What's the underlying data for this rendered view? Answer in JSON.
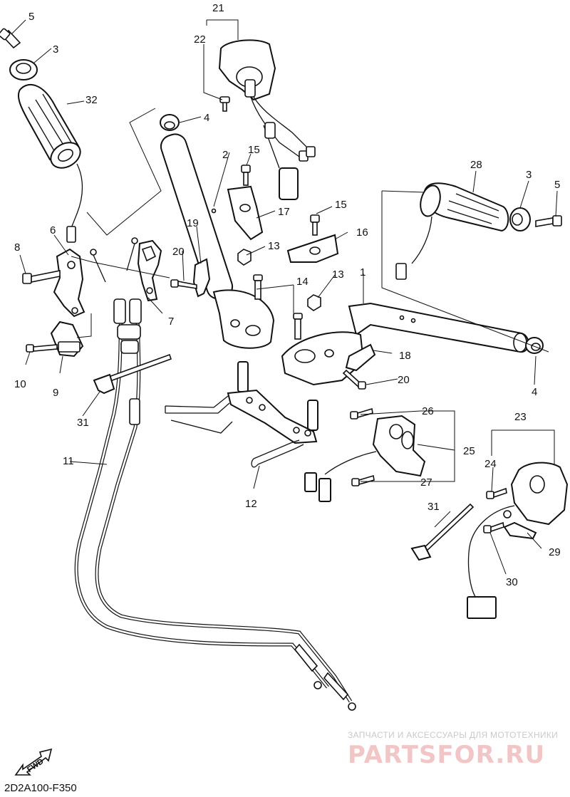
{
  "diagram": {
    "part_code": "2D2A100-F350",
    "fwd_label": "FWD",
    "watermark": {
      "subtitle": "ЗАПЧАСТИ И АКСЕССУАРЫ ДЛЯ МОТОТЕХНИКИ",
      "logo": "PARTSFOR.RU"
    },
    "callouts": {
      "c1": "1",
      "c2": "2",
      "c3a": "3",
      "c3b": "3",
      "c4a": "4",
      "c4b": "4",
      "c5a": "5",
      "c5b": "5",
      "c6": "6",
      "c7": "7",
      "c8": "8",
      "c9": "9",
      "c10": "10",
      "c11": "11",
      "c12": "12",
      "c13a": "13",
      "c13b": "13",
      "c14": "14",
      "c15a": "15",
      "c15b": "15",
      "c16": "16",
      "c17": "17",
      "c18": "18",
      "c19": "19",
      "c20a": "20",
      "c20b": "20",
      "c21": "21",
      "c22": "22",
      "c23": "23",
      "c24": "24",
      "c25": "25",
      "c26": "26",
      "c27": "27",
      "c28": "28",
      "c29": "29",
      "c30": "30",
      "c31a": "31",
      "c31b": "31",
      "c32": "32"
    }
  }
}
